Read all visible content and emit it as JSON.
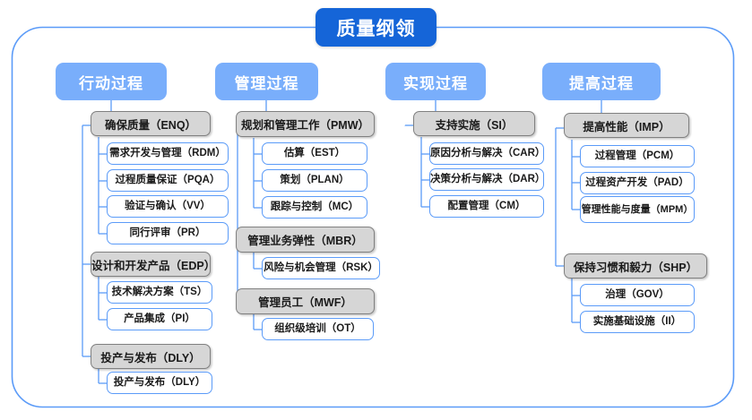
{
  "diagram": {
    "title": "质量纲领",
    "outline_color": "#5b9bf8",
    "title_color": "#1565d8",
    "category_color": "#79aefb",
    "group_color": "#d6d6d6",
    "leaf_border_color": "#5b9bf8",
    "connector_color": "#5b9bf8"
  },
  "columns": [
    {
      "category": "行动过程",
      "groups": [
        {
          "name": "确保质量（ENQ）",
          "items": [
            "需求开发与管理（RDM）",
            "过程质量保证（PQA）",
            "验证与确认（VV）",
            "同行评审（PR）"
          ]
        },
        {
          "name": "设计和开发产品（EDP）",
          "items": [
            "技术解决方案（TS）",
            "产品集成（PI）"
          ]
        },
        {
          "name": "投产与发布（DLY）",
          "items": [
            "投产与发布（DLY）"
          ]
        }
      ]
    },
    {
      "category": "管理过程",
      "groups": [
        {
          "name": "规划和管理工作（PMW）",
          "items": [
            "估算（EST）",
            "策划（PLAN）",
            "跟踪与控制（MC）"
          ]
        },
        {
          "name": "管理业务弹性（MBR）",
          "items": [
            "风险与机会管理（RSK）"
          ]
        },
        {
          "name": "管理员工（MWF）",
          "items": [
            "组织级培训（OT）"
          ]
        }
      ]
    },
    {
      "category": "实现过程",
      "groups": [
        {
          "name": "支持实施（SI）",
          "items": [
            "原因分析与解决（CAR）",
            "决策分析与解决（DAR）",
            "配置管理（CM）"
          ]
        }
      ]
    },
    {
      "category": "提高过程",
      "groups": [
        {
          "name": "提高性能（IMP）",
          "items": [
            "过程管理（PCM）",
            "过程资产开发（PAD）",
            "管理性能与度量（MPM）"
          ]
        },
        {
          "name": "保持习惯和毅力（SHP）",
          "items": [
            "治理（GOV）",
            "实施基础设施（II）"
          ]
        }
      ]
    }
  ]
}
